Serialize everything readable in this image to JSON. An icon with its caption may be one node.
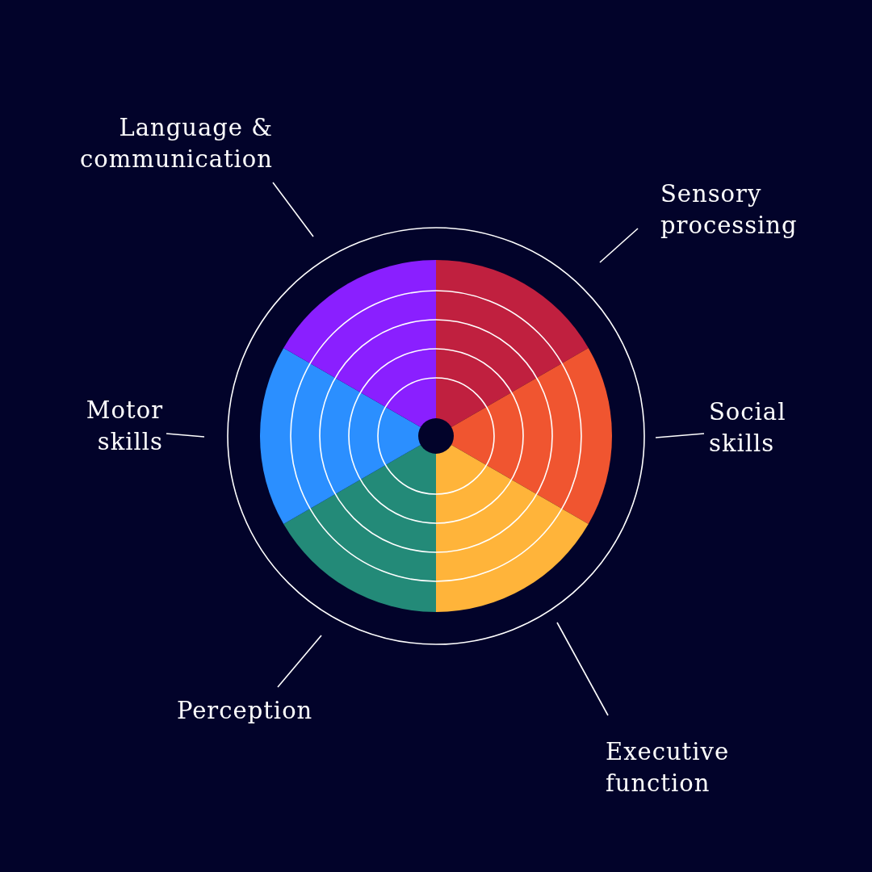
{
  "diagram": {
    "nodes": [
      {
        "text": [
          "Language & communication"
        ]
      },
      {
        "text": [
          "Sensory processing"
        ]
      },
      {
        "text": [
          "Motor skills"
        ]
      },
      {
        "text": [
          "Social skills"
        ]
      },
      {
        "text": [
          "Perception"
        ]
      },
      {
        "text": [
          "Executive function"
        ]
      }
    ],
    "edges": [
      {
        "from": 0,
        "to": null,
        "arrow": "none"
      },
      {
        "from": 1,
        "to": null,
        "arrow": "none"
      },
      {
        "from": 2,
        "to": null,
        "arrow": "none"
      },
      {
        "from": 3,
        "to": null,
        "arrow": "none"
      },
      {
        "from": 4,
        "to": null,
        "arrow": "none"
      },
      {
        "from": 5,
        "to": null,
        "arrow": "none"
      }
    ]
  }
}
